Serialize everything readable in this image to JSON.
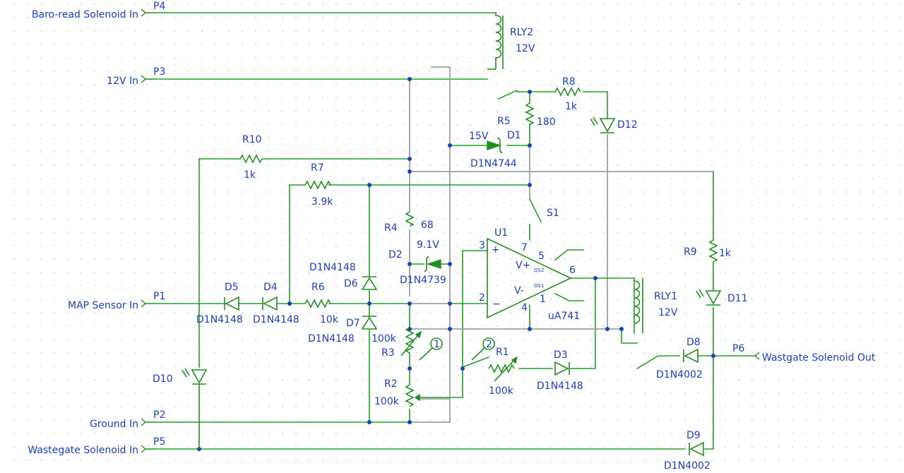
{
  "ports": {
    "p4": {
      "name": "Baro-read Solenoid In",
      "ref": "P4"
    },
    "p3": {
      "name": "12V In",
      "ref": "P3"
    },
    "p1": {
      "name": "MAP Sensor In",
      "ref": "P1"
    },
    "p2": {
      "name": "Ground In",
      "ref": "P2"
    },
    "p5": {
      "name": "Wastegate Solenoid In",
      "ref": "P5"
    },
    "p6": {
      "name": "Wastgate Solenoid Out",
      "ref": "P6"
    }
  },
  "components": {
    "rly2": {
      "ref": "RLY2",
      "value": "12V"
    },
    "rly1": {
      "ref": "RLY1",
      "value": "12V"
    },
    "r8": {
      "ref": "R8",
      "value": "1k"
    },
    "r5": {
      "ref": "R5",
      "value": "180"
    },
    "d1": {
      "ref": "D1",
      "value": "D1N4744",
      "voltage": "15V"
    },
    "d12": {
      "ref": "D12"
    },
    "r10": {
      "ref": "R10",
      "value": "1k"
    },
    "r7": {
      "ref": "R7",
      "value": "3.9k"
    },
    "s1": {
      "ref": "S1"
    },
    "r4": {
      "ref": "R4",
      "value": "68"
    },
    "d2": {
      "ref": "D2",
      "value": "D1N4739",
      "voltage": "9.1V"
    },
    "u1": {
      "ref": "U1",
      "value": "uA741",
      "pins": [
        "3",
        "7",
        "5",
        "6",
        "2",
        "4",
        "1"
      ],
      "vplus": "V+",
      "vminus": "V-",
      "os2": "OS2",
      "os1": "OS1",
      "plus": "+",
      "minus": "−"
    },
    "r9": {
      "ref": "R9",
      "value": "1k"
    },
    "d11": {
      "ref": "D11"
    },
    "d6": {
      "ref": "D6",
      "value": "D1N4148"
    },
    "d5": {
      "ref": "D5",
      "value": "D1N4148"
    },
    "d4": {
      "ref": "D4",
      "value": "D1N4148"
    },
    "r6": {
      "ref": "R6",
      "value": "10k"
    },
    "d7": {
      "ref": "D7",
      "value": "D1N4148"
    },
    "r3": {
      "ref": "R3",
      "value": "100k"
    },
    "r2": {
      "ref": "R2",
      "value": "100k"
    },
    "r1": {
      "ref": "R1",
      "value": "100k"
    },
    "d3": {
      "ref": "D3",
      "value": "D1N4148"
    },
    "d8": {
      "ref": "D8",
      "value": "D1N4002"
    },
    "d9": {
      "ref": "D9",
      "value": "D1N4002"
    },
    "d10": {
      "ref": "D10"
    }
  },
  "markers": {
    "m1": "1",
    "m2": "2"
  }
}
